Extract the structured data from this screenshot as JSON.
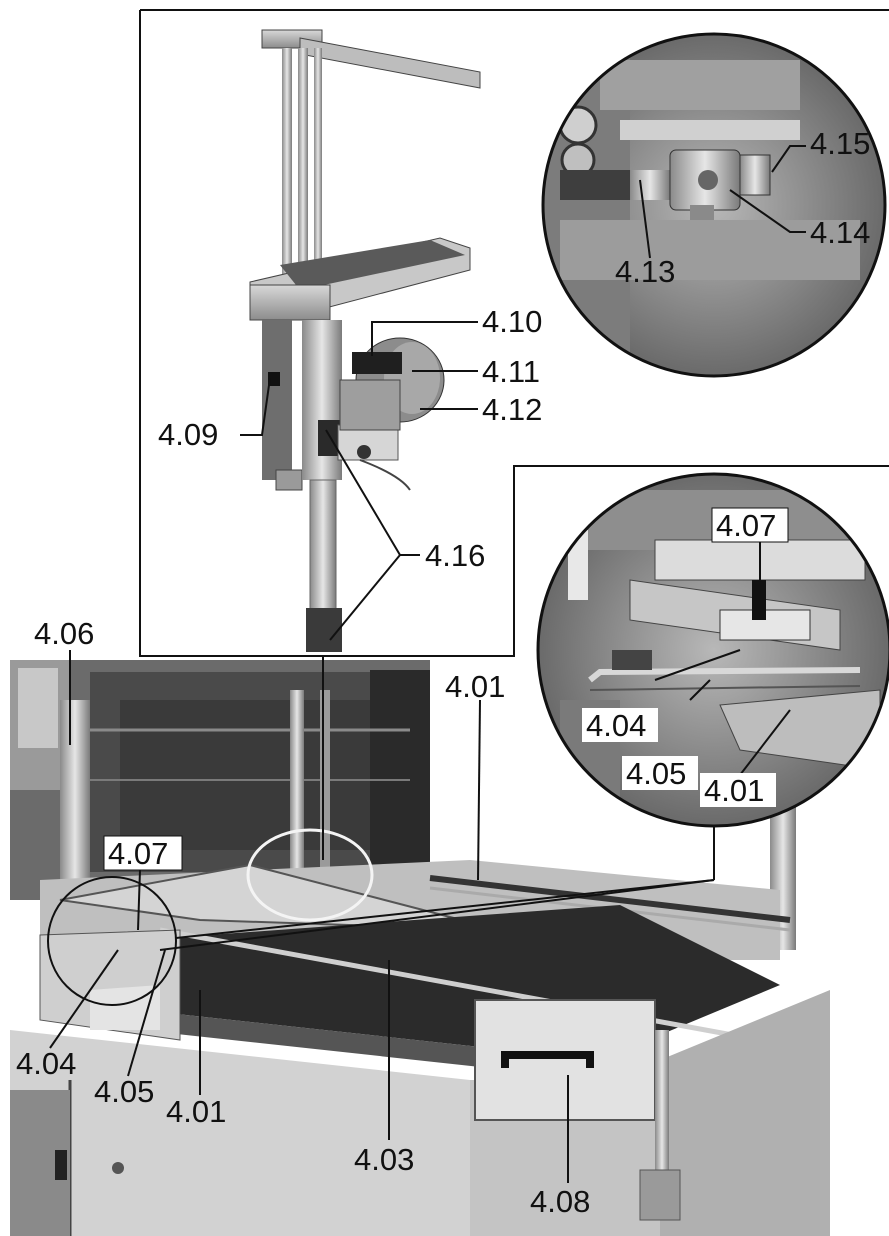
{
  "callouts": {
    "c4_15": "4.15",
    "c4_14": "4.14",
    "c4_13": "4.13",
    "c4_10": "4.10",
    "c4_11": "4.11",
    "c4_12": "4.12",
    "c4_09": "4.09",
    "c4_16": "4.16",
    "c4_07_inset": "4.07",
    "c4_04_inset": "4.04",
    "c4_05_inset": "4.05",
    "c4_01_inset": "4.01",
    "c4_06": "4.06",
    "c4_07": "4.07",
    "c4_01_top": "4.01",
    "c4_04": "4.04",
    "c4_05": "4.05",
    "c4_01_bottom": "4.01",
    "c4_03": "4.03",
    "c4_08": "4.08"
  }
}
